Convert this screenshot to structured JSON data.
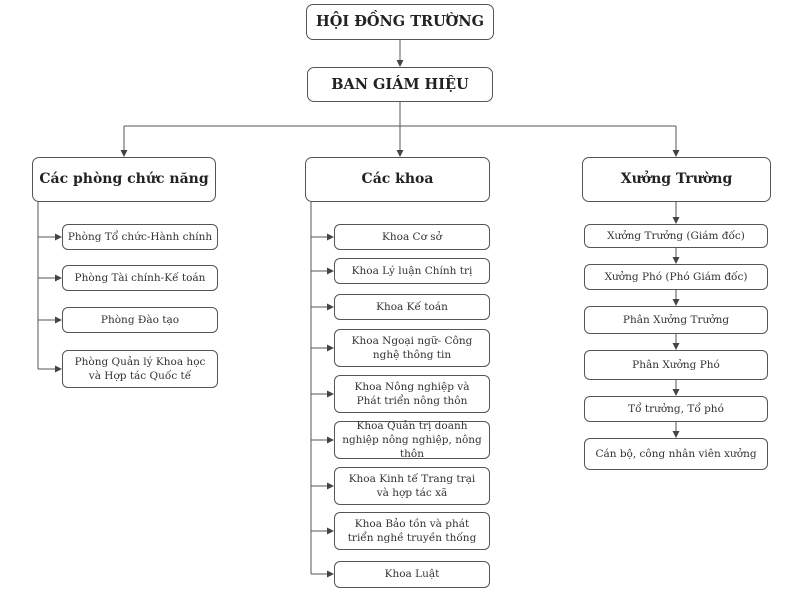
{
  "council": "HỘI ĐỒNG TRƯỜNG",
  "board": "BAN GIÁM HIỆU",
  "branches": [
    {
      "title": "Các phòng chức năng",
      "items": [
        "Phòng Tổ chức-Hành chính",
        "Phòng Tài chính-Kế toán",
        "Phòng Đào tạo",
        "Phòng Quản lý Khoa học và Hợp tác Quốc tế"
      ]
    },
    {
      "title": "Các khoa",
      "items": [
        "Khoa Cơ sở",
        "Khoa Lý luận Chính trị",
        "Khoa Kế toán",
        "Khoa Ngoại ngữ- Công nghệ thông tin",
        "Khoa Nông nghiệp và Phát triển nông thôn",
        "Khoa Quản trị doanh nghiệp nông nghiệp, nông thôn",
        "Khoa Kinh tế Trang trại và hợp tác xã",
        "Khoa Bảo tồn và phát triển nghề truyền thống",
        "Khoa Luật"
      ]
    },
    {
      "title": "Xưởng Trường",
      "items": [
        "Xưởng Trưởng (Giám đốc)",
        "Xưởng Phó (Phó Giám đốc)",
        "Phân Xưởng Trưởng",
        "Phân Xưởng Phó",
        "Tổ trưởng, Tổ phó",
        "Cán bộ, công nhân viên xưởng"
      ]
    }
  ]
}
